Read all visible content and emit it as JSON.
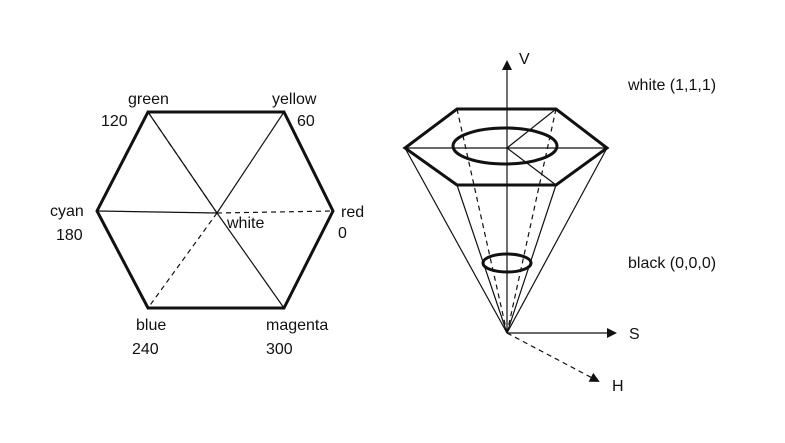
{
  "hexagon": {
    "vertices": [
      {
        "name": "green",
        "angle": "120"
      },
      {
        "name": "yellow",
        "angle": "60"
      },
      {
        "name": "red",
        "angle": "0"
      },
      {
        "name": "magenta",
        "angle": "300"
      },
      {
        "name": "blue",
        "angle": "240"
      },
      {
        "name": "cyan",
        "angle": "180"
      }
    ],
    "center_label": "white"
  },
  "cone": {
    "axis_v": "V",
    "axis_s": "S",
    "axis_h": "H",
    "top_label": "white (1,1,1)",
    "bottom_label": "black (0,0,0)"
  }
}
